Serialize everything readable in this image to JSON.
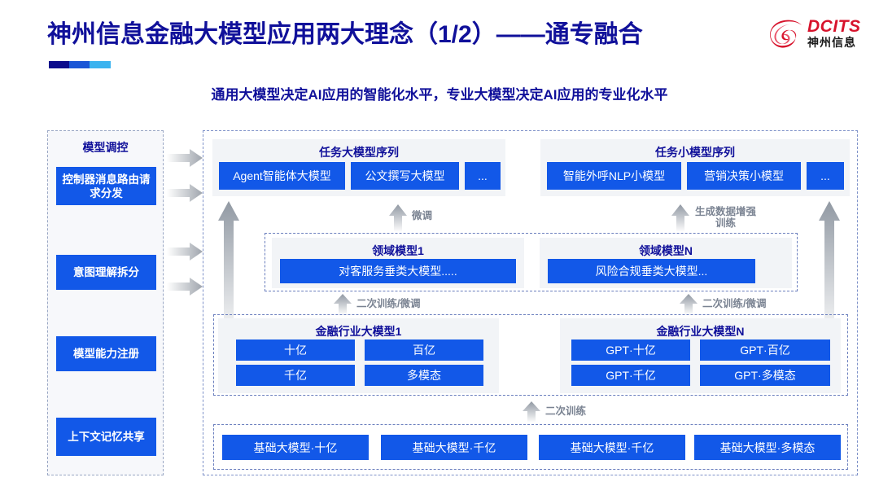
{
  "header": {
    "title": "神州信息金融大模型应用两大理念（1/2）——通专融合",
    "subtitle": "通用大模型决定AI应用的智能化水平，专业大模型决定AI应用的专业化水平",
    "accent_colors": [
      "#0b0b8c",
      "#1a56d6",
      "#3bb3ef"
    ],
    "title_color": "#10109a"
  },
  "logo": {
    "name_en": "DCITS",
    "name_cn": "神州信息",
    "mark": "swirl-logo-icon",
    "color_en": "#d7132c",
    "color_cn": "#1a1a1a"
  },
  "sidebar": {
    "title": "模型调控",
    "items": [
      {
        "label": "控制器消息路由请求分发"
      },
      {
        "label": "意图理解拆分"
      },
      {
        "label": "模型能力注册"
      },
      {
        "label": "上下文记忆共享"
      }
    ]
  },
  "arrows": {
    "sidebar_to_main": [
      "right-arrow-icon",
      "right-arrow-icon",
      "right-arrow-icon",
      "right-arrow-icon"
    ],
    "labels": {
      "fine_tune": "微调",
      "data_aug": "生成数据增强\n训练",
      "data_aug_line1": "生成数据增强",
      "data_aug_line2": "训练",
      "retrain_finetune": "二次训练/微调",
      "retrain": "二次训练"
    }
  },
  "main": {
    "task_big": {
      "title": "任务大模型序列",
      "boxes": [
        "Agent智能体大模型",
        "公文撰写大模型",
        "..."
      ]
    },
    "task_small": {
      "title": "任务小模型序列",
      "boxes": [
        "智能外呼NLP小模型",
        "营销决策小模型",
        "..."
      ]
    },
    "domain_1": {
      "title": "领域模型1",
      "boxes": [
        "对客服务垂类大模型....."
      ]
    },
    "domain_N": {
      "title": "领域模型N",
      "boxes": [
        "风险合规垂类大模型..."
      ]
    },
    "finance_1": {
      "title": "金融行业大模型1",
      "boxes": [
        "十亿",
        "百亿",
        "千亿",
        "多模态"
      ]
    },
    "finance_N": {
      "title": "金融行业大模型N",
      "boxes": [
        "GPT·十亿",
        "GPT·百亿",
        "GPT·千亿",
        "GPT·多模态"
      ]
    },
    "base_models": {
      "boxes": [
        "基础大模型·十亿",
        "基础大模型·千亿",
        "基础大模型·千亿",
        "基础大模型·多模态"
      ]
    }
  },
  "colors": {
    "box_blue": "#1258e8",
    "panel_gray": "#f2f4f7",
    "dash_border": "#6b7fbe",
    "arrow_gray": "#b4b9c0"
  }
}
